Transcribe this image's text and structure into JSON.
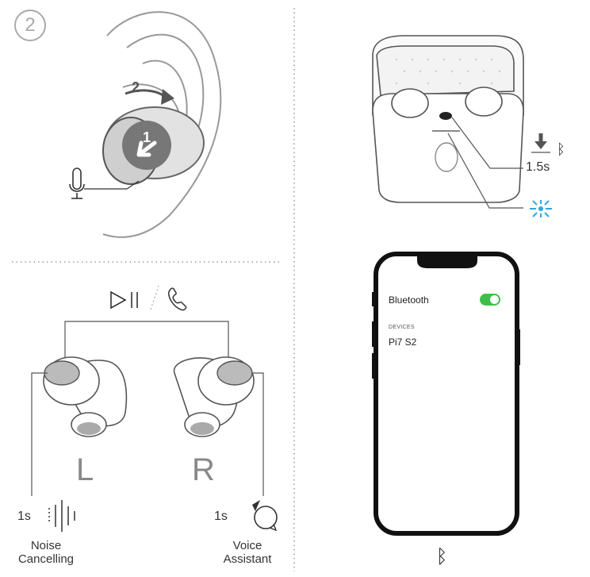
{
  "step": {
    "number": "2"
  },
  "ear": {
    "arrow_1": "1",
    "arrow_2": "2"
  },
  "case": {
    "press_time": "1.5s"
  },
  "controls": {
    "left_letter": "L",
    "right_letter": "R",
    "left_time": "1s",
    "right_time": "1s",
    "left_label_line1": "Noise",
    "left_label_line2": "Cancelling",
    "right_label_line1": "Voice",
    "right_label_line2": "Assistant"
  },
  "phone": {
    "bluetooth_label": "Bluetooth",
    "toggle_on": true,
    "devices_header": "DEVICES",
    "device_name": "Pi7 S2"
  },
  "colors": {
    "toggle": "#3fbf4a",
    "blink": "#2aa8e0",
    "line": "#777777"
  }
}
